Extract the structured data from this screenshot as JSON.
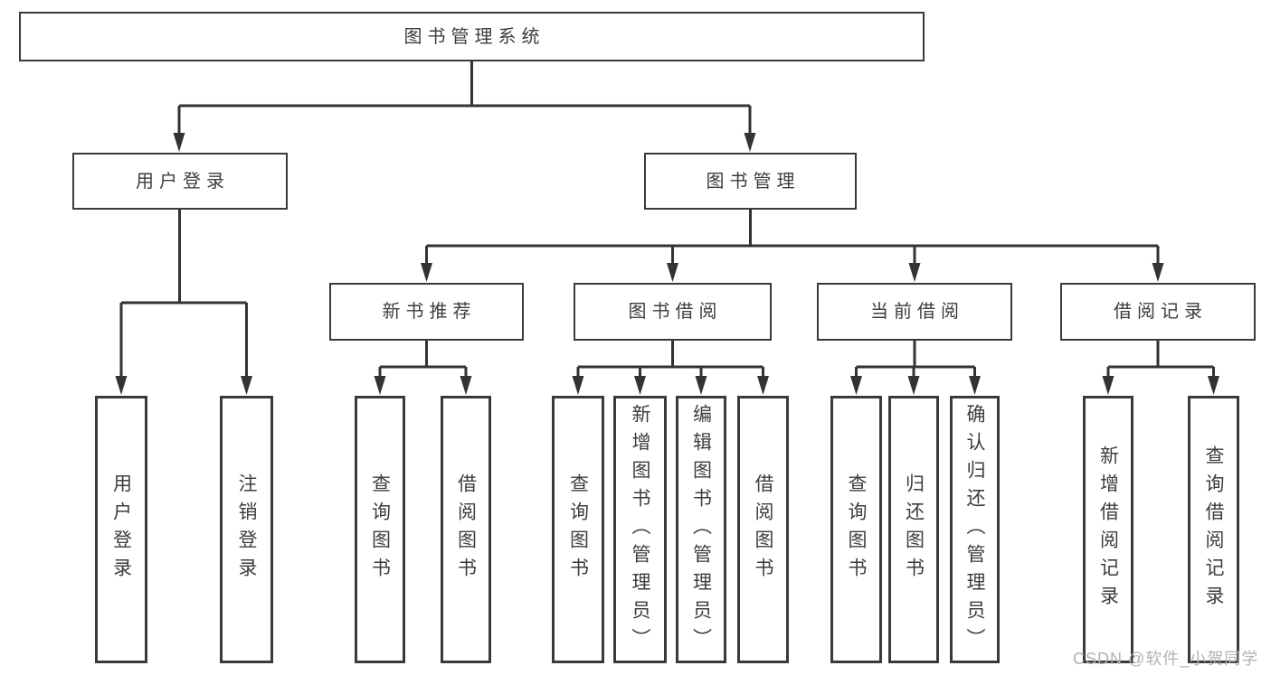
{
  "diagram": {
    "nodes": {
      "root": {
        "label": "图书管理系统"
      },
      "userLogin": {
        "label": "用户登录"
      },
      "bookManagement": {
        "label": "图书管理"
      },
      "newBookRecommend": {
        "label": "新书推荐"
      },
      "bookBorrow": {
        "label": "图书借阅"
      },
      "currentBorrow": {
        "label": "当前借阅"
      },
      "borrowRecord": {
        "label": "借阅记录"
      },
      "leafUserLogin": {
        "label": "用户登录"
      },
      "leafLogout": {
        "label": "注销登录"
      },
      "leafQueryBook1": {
        "label": "查询图书"
      },
      "leafBorrowBook1": {
        "label": "借阅图书"
      },
      "leafQueryBook2": {
        "label": "查询图书"
      },
      "leafAddBook": {
        "label": "新增图书（管理员）"
      },
      "leafEditBook": {
        "label": "编辑图书（管理员）"
      },
      "leafBorrowBook2": {
        "label": "借阅图书"
      },
      "leafQueryBook3": {
        "label": "查询图书"
      },
      "leafReturnBook": {
        "label": "归还图书"
      },
      "leafConfirmReturn": {
        "label": "确认归还（管理员）"
      },
      "leafAddBorrowRecord": {
        "label": "新增借阅记录"
      },
      "leafQueryBorrowRecord": {
        "label": "查询借阅记录"
      }
    },
    "hierarchy": {
      "图书管理系统": {
        "用户登录": [
          "用户登录",
          "注销登录"
        ],
        "图书管理": {
          "新书推荐": [
            "查询图书",
            "借阅图书"
          ],
          "图书借阅": [
            "查询图书",
            "新增图书（管理员）",
            "编辑图书（管理员）",
            "借阅图书"
          ],
          "当前借阅": [
            "查询图书",
            "归还图书",
            "确认归还（管理员）"
          ],
          "借阅记录": [
            "新增借阅记录",
            "查询借阅记录"
          ]
        }
      }
    }
  },
  "watermark": {
    "text": "CSDN @软件_小贺同学"
  },
  "colors": {
    "line": "#333333",
    "border": "#3a3a3a",
    "text": "#3d3d3d",
    "watermark": "#b2b2b2",
    "background": "#ffffff"
  }
}
